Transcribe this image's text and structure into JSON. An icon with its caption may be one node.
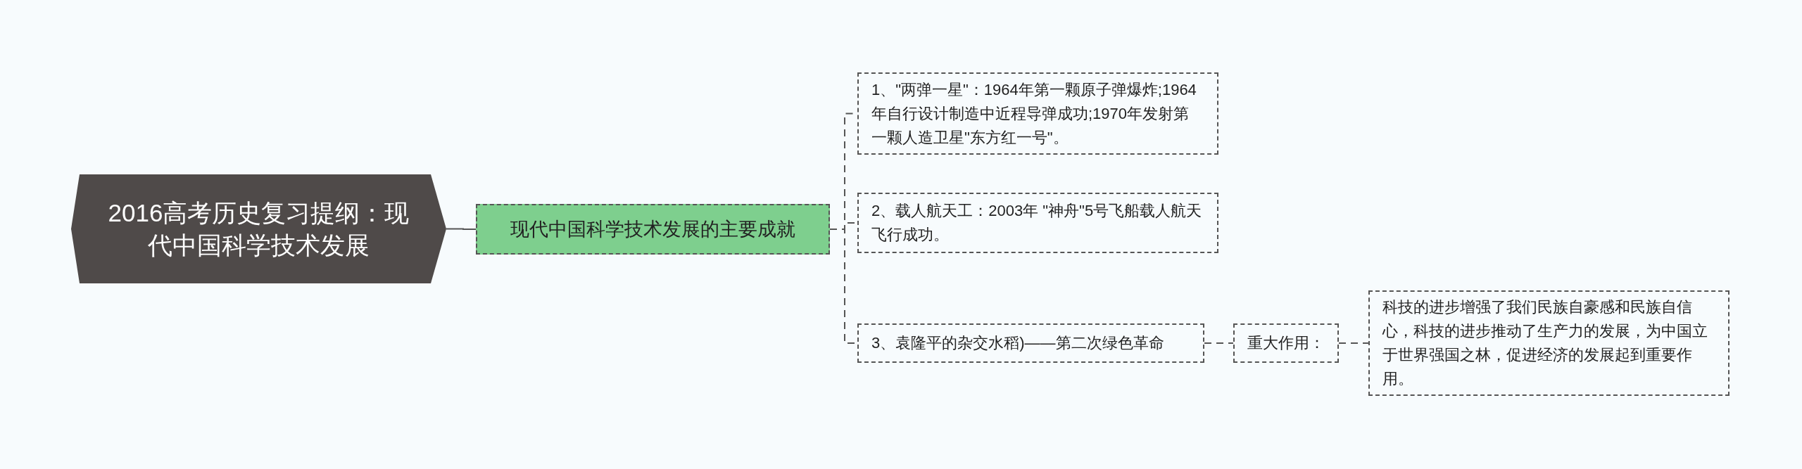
{
  "diagram": {
    "nodes": [
      {
        "text": [
          "2016高考历史复习提纲：现代中国科学技术发展"
        ]
      },
      {
        "text": [
          "现代中国科学技术发展的主要成就"
        ]
      },
      {
        "text": [
          "1、\"两弹一星\"：1964年第一颗原子弹爆炸;1964年自行设计制造中近程导弹成功;1970年发射第一颗人造卫星\"东方红一号\"。"
        ]
      },
      {
        "text": [
          "2、载人航天工：2003年 \"神舟\"5号飞船载人航天飞行成功。"
        ]
      },
      {
        "text": [
          "3、袁隆平的杂交水稻)——第二次绿色革命"
        ]
      },
      {
        "text": [
          "重大作用："
        ]
      },
      {
        "text": [
          "科技的进步增强了我们民族自豪感和民族自信心，科技的进步推动了生产力的发展，为中国立于世界强国之林，促进经济的发展起到重要作用。"
        ]
      }
    ],
    "edges": [
      {
        "from": 0,
        "to": 1,
        "arrow": "none"
      },
      {
        "from": 1,
        "to": 2,
        "arrow": "none",
        "style": "dashed"
      },
      {
        "from": 1,
        "to": 3,
        "arrow": "none",
        "style": "dashed"
      },
      {
        "from": 1,
        "to": 4,
        "arrow": "none",
        "style": "dashed"
      },
      {
        "from": 4,
        "to": 5,
        "arrow": "none",
        "style": "dashed"
      },
      {
        "from": 5,
        "to": 6,
        "arrow": "none",
        "style": "dashed"
      }
    ]
  }
}
